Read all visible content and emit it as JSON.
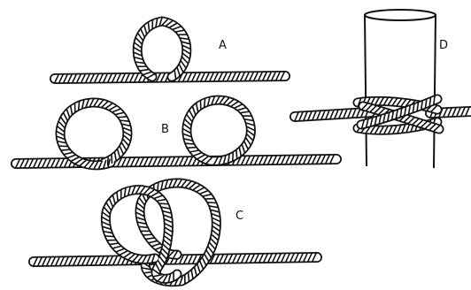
{
  "labels": {
    "a": "A",
    "b": "B",
    "c": "C",
    "d": "D"
  },
  "colors": {
    "ink": "#111111",
    "rope_fill": "#ffffff",
    "background": "#ffffff"
  },
  "figures": [
    {
      "id": "A",
      "description_name": "single-loop-on-rope"
    },
    {
      "id": "B",
      "description_name": "two-loops-on-rope"
    },
    {
      "id": "C",
      "description_name": "overlapping-loops-on-rope"
    },
    {
      "id": "D",
      "description_name": "clove-hitch-on-post"
    }
  ]
}
